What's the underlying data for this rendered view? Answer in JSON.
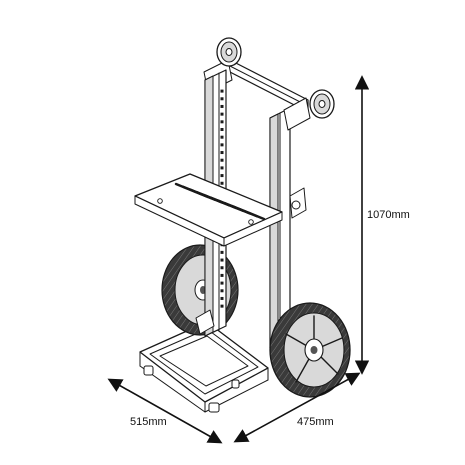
{
  "dimensions": {
    "height_label": "1070mm",
    "depth_label": "515mm",
    "width_label": "475mm"
  },
  "colors": {
    "line": "#1a1a1a",
    "background": "#ffffff",
    "tire": "#3a3a3a",
    "rim": "#d9d9d9"
  },
  "icons": {
    "arrow": "double-headed-arrow"
  }
}
